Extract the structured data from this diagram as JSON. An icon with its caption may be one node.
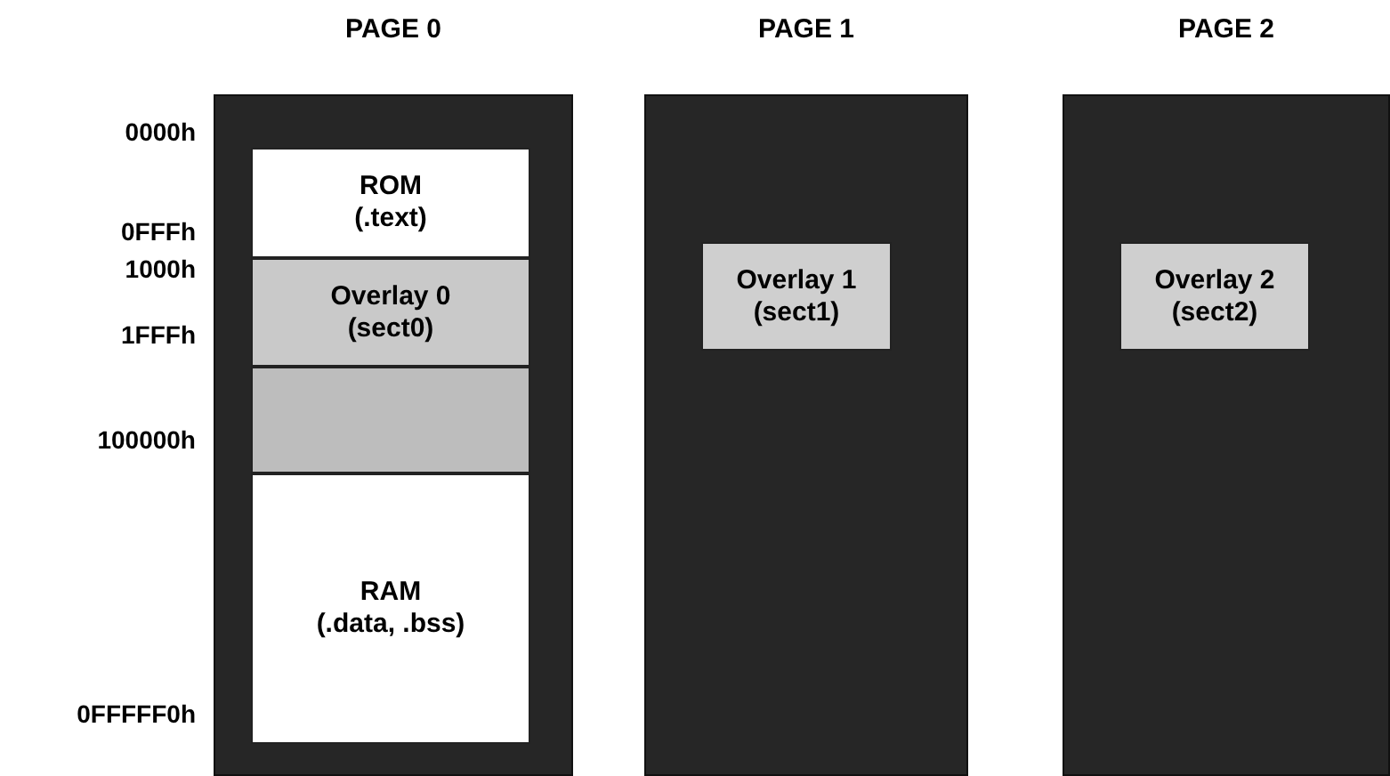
{
  "diagram": {
    "nodes": [
      {
        "text": [
          "PAGE 0"
        ]
      },
      {
        "text": [
          "ROM",
          "(.text)"
        ],
        "in": 0
      },
      {
        "text": [
          "Overlay 0",
          "(sect0)"
        ],
        "in": 0
      },
      {
        "text": [],
        "shape": "box",
        "in": 0
      },
      {
        "text": [
          "RAM",
          "(.data, .bss)"
        ],
        "in": 0
      },
      {
        "text": [
          "PAGE 1"
        ]
      },
      {
        "text": [
          "Overlay 1",
          "(sect1)"
        ],
        "in": 5
      },
      {
        "text": [
          "PAGE 2"
        ]
      },
      {
        "text": [
          "Overlay 2",
          "(sect2)"
        ],
        "in": 7
      }
    ],
    "edges": [],
    "labels": [
      "0000h",
      "0FFFh",
      "1000h",
      "1FFFh",
      "100000h",
      "0FFFFF0h"
    ]
  }
}
